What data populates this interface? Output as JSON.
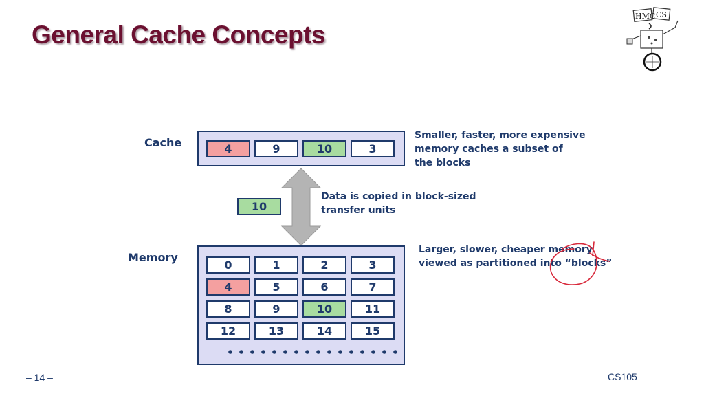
{
  "slide": {
    "title": "General Cache Concepts",
    "page_number": "– 14 –",
    "course": "CS105",
    "logo_name": "hmc-cs-robot-logo",
    "logo_text": "HMC CS"
  },
  "cache": {
    "label": "Cache",
    "blocks": [
      "4",
      "9",
      "10",
      "3"
    ],
    "note_lines": [
      "Smaller, faster, more expensive",
      "memory caches a  subset of",
      "the blocks"
    ]
  },
  "transfer": {
    "block": "10",
    "note_lines": [
      "Data is copied in block-sized",
      "transfer units"
    ]
  },
  "memory": {
    "label": "Memory",
    "rows": [
      [
        "0",
        "1",
        "2",
        "3"
      ],
      [
        "4",
        "5",
        "6",
        "7"
      ],
      [
        "8",
        "9",
        "10",
        "11"
      ],
      [
        "12",
        "13",
        "14",
        "15"
      ]
    ],
    "note_lines": [
      "Larger, slower, cheaper memory",
      "viewed as partitioned into “blocks”"
    ]
  },
  "colors": {
    "highlight_red": "#f4a0a0",
    "highlight_green": "#a8dca0",
    "border": "#1f3a6b",
    "panel": "#dcdcf4"
  }
}
